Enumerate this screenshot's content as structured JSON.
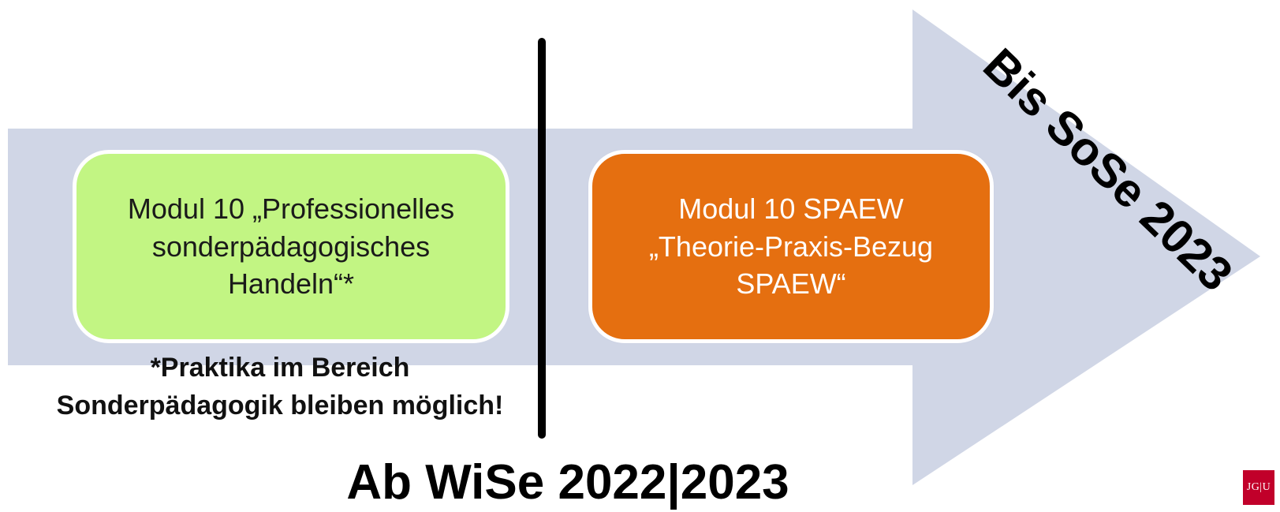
{
  "diagram": {
    "arrow_color": "#d0d6e6",
    "boxes": {
      "left": {
        "lines": [
          "Modul 10 „Professionelles",
          "sonderpädagogisches",
          "Handeln“*"
        ],
        "color": "#c2f583"
      },
      "right": {
        "lines": [
          "Modul 10 SPAEW",
          "„Theorie-Praxis-Bezug",
          "SPAEW“"
        ],
        "color": "#e56f10"
      }
    },
    "footnote": {
      "lines": [
        "*Praktika im Bereich",
        "Sonderpädagogik bleiben möglich!"
      ]
    },
    "bottom_title": "Ab WiSe 2022|2023",
    "rotated_title": "Bis SoSe 2023"
  },
  "logo": {
    "text": "JG|U",
    "color": "#c1002a"
  }
}
